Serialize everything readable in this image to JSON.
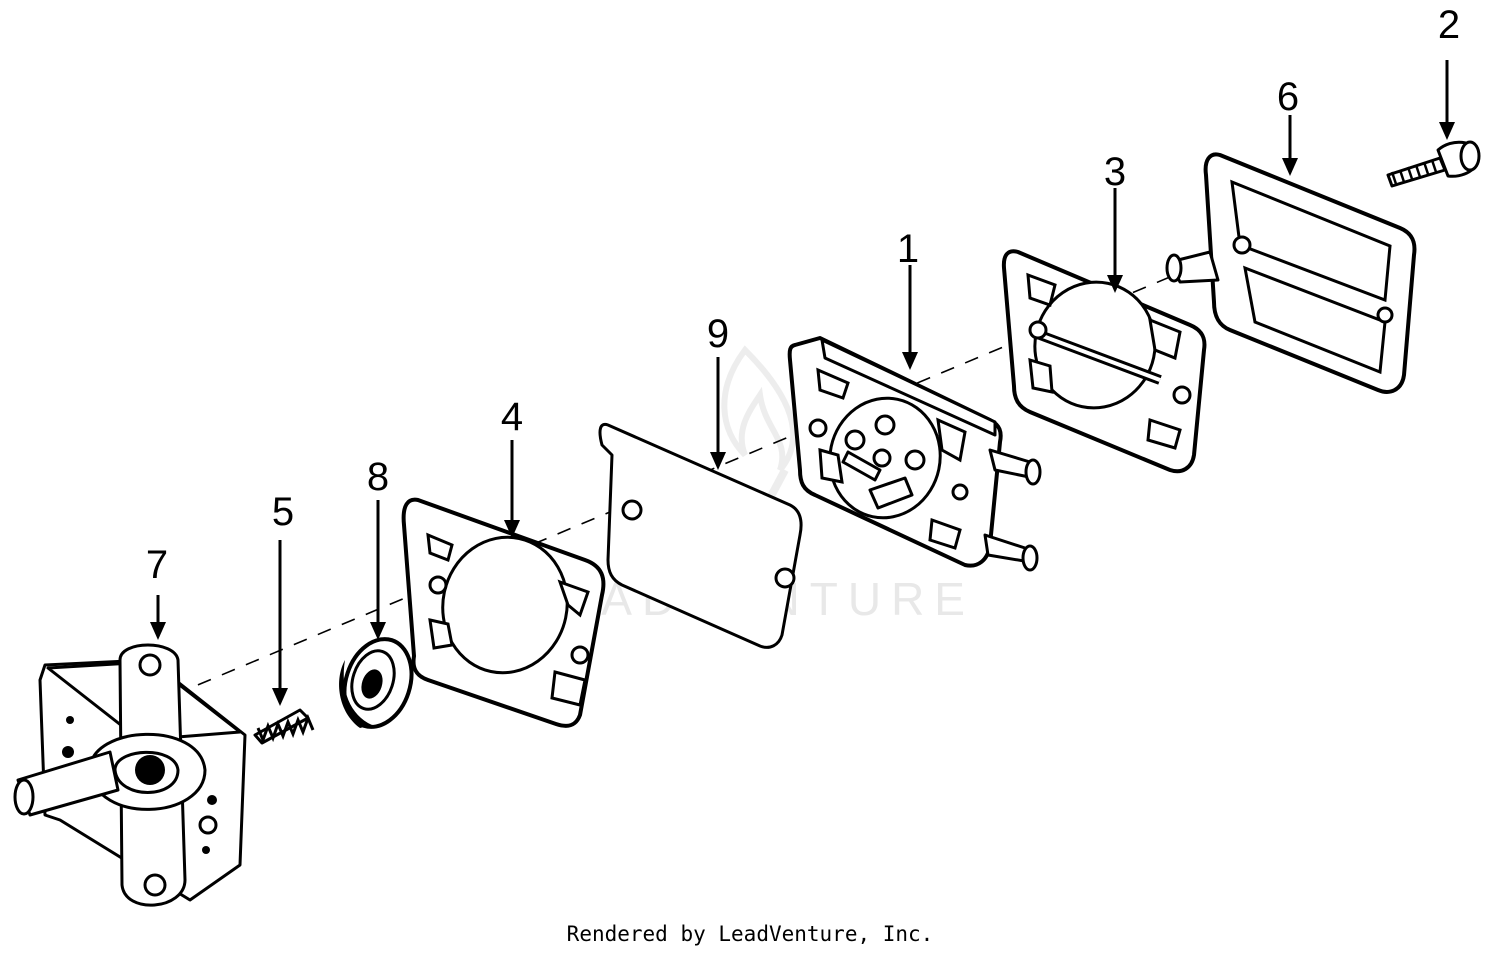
{
  "callouts": [
    {
      "id": "1",
      "label": "1"
    },
    {
      "id": "2",
      "label": "2"
    },
    {
      "id": "3",
      "label": "3"
    },
    {
      "id": "4",
      "label": "4"
    },
    {
      "id": "5",
      "label": "5"
    },
    {
      "id": "6",
      "label": "6"
    },
    {
      "id": "7",
      "label": "7"
    },
    {
      "id": "8",
      "label": "8"
    },
    {
      "id": "9",
      "label": "9"
    }
  ],
  "watermark": {
    "text": "LEADVENTURE",
    "logo": "leadventure-flame-logo"
  },
  "footer": {
    "text": "Rendered by LeadVenture, Inc."
  },
  "colors": {
    "ink": "#000000",
    "paper": "#ffffff",
    "watermark": "#e8e8e8"
  }
}
